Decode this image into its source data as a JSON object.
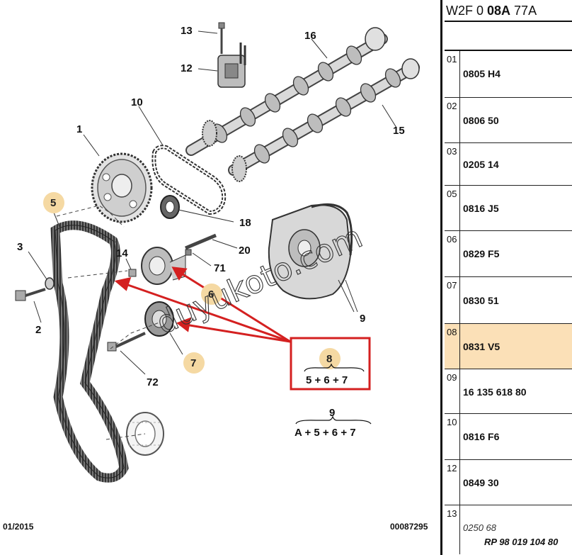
{
  "diagram": {
    "callouts": [
      "13",
      "12",
      "16",
      "10",
      "1",
      "15",
      "18",
      "5",
      "20",
      "3",
      "14",
      "71",
      "6",
      "2",
      "9",
      "7",
      "72",
      "8",
      "9"
    ],
    "formula_8": "5 + 6 + 7",
    "formula_9": "A + 5 + 6 + 7",
    "date": "01/2015",
    "code": "00087295",
    "watermark": "duyukoto.com"
  },
  "reference": {
    "prefix": "W2F 0 ",
    "bold": "08A",
    "suffix": " 77A"
  },
  "rows": [
    {
      "num": "01",
      "value": "0805 H4"
    },
    {
      "num": "02",
      "value": "0806 50"
    },
    {
      "num": "03",
      "value": "0205 14"
    },
    {
      "num": "05",
      "value": "0816 J5"
    },
    {
      "num": "06",
      "value": "0829 F5"
    },
    {
      "num": "07",
      "value": "0830 51"
    },
    {
      "num": "08",
      "value": "0831 V5"
    },
    {
      "num": "09",
      "value": "16 135 618 80"
    },
    {
      "num": "10",
      "value": "0816 F6"
    },
    {
      "num": "12",
      "value": "0849 30"
    },
    {
      "num": "13",
      "value": "0250 68",
      "sub": "RP 98 019 104 80"
    }
  ],
  "colors": {
    "highlight": "#fbe0b7",
    "badge": "#f5d9a3",
    "arrow": "#d42020"
  }
}
